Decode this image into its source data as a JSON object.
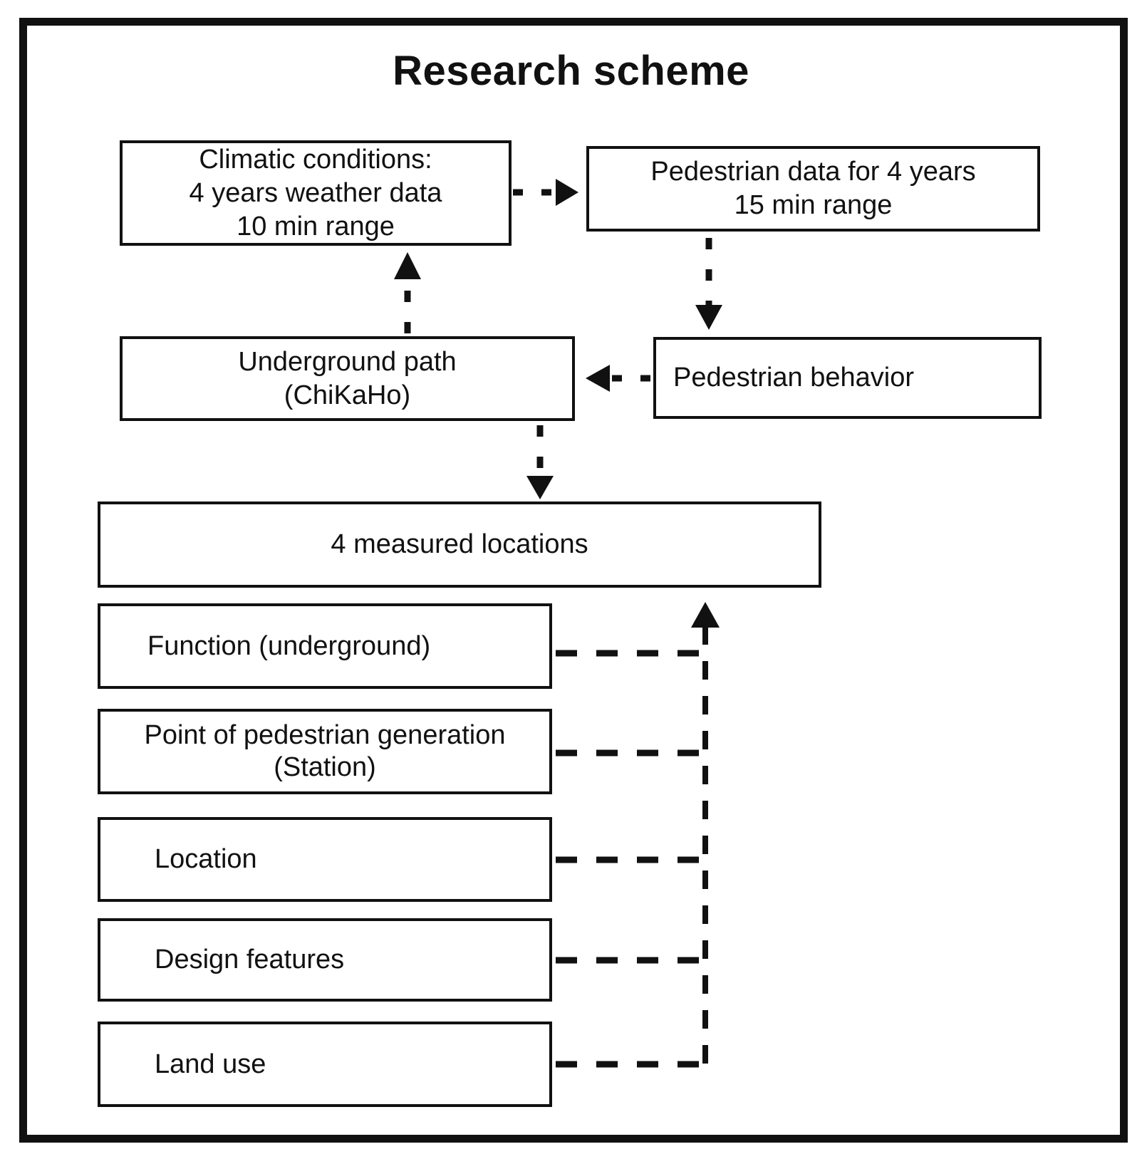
{
  "title": "Research scheme",
  "colors": {
    "ink": "#111111",
    "background": "#ffffff"
  },
  "boxes": {
    "climatic": {
      "lines": [
        "Climatic conditions:",
        "4 years weather data",
        "10 min range"
      ]
    },
    "pedestrian_data": {
      "lines": [
        "Pedestrian data for 4 years",
        "15 min range"
      ]
    },
    "underground_path": {
      "lines": [
        "Underground path",
        "(ChiKaHo)"
      ]
    },
    "pedestrian_behavior": {
      "label": "Pedestrian behavior"
    },
    "measured_locations": {
      "label": "4 measured locations"
    },
    "function_underground": {
      "label": "Function (underground)"
    },
    "point_of_generation": {
      "lines": [
        "Point of pedestrian generation",
        "(Station)"
      ]
    },
    "location": {
      "label": "Location"
    },
    "design_features": {
      "label": "Design features"
    },
    "land_use": {
      "label": "Land use"
    }
  },
  "arrows": [
    {
      "from": "climatic",
      "to": "pedestrian_data",
      "style": "dashed",
      "direction": "right"
    },
    {
      "from": "pedestrian_data",
      "to": "pedestrian_behavior",
      "style": "dashed",
      "direction": "down"
    },
    {
      "from": "pedestrian_behavior",
      "to": "underground_path",
      "style": "dashed",
      "direction": "left"
    },
    {
      "from": "underground_path",
      "to": "climatic",
      "style": "dashed",
      "direction": "up"
    },
    {
      "from": "underground_path",
      "to": "measured_locations",
      "style": "dashed",
      "direction": "down"
    },
    {
      "from": "function_underground",
      "to": "measured_locations",
      "style": "dashed",
      "direction": "up"
    },
    {
      "from": "point_of_generation",
      "to": "measured_locations",
      "style": "dashed",
      "direction": "up"
    },
    {
      "from": "location",
      "to": "measured_locations",
      "style": "dashed",
      "direction": "up"
    },
    {
      "from": "design_features",
      "to": "measured_locations",
      "style": "dashed",
      "direction": "up"
    },
    {
      "from": "land_use",
      "to": "measured_locations",
      "style": "dashed",
      "direction": "up"
    }
  ]
}
